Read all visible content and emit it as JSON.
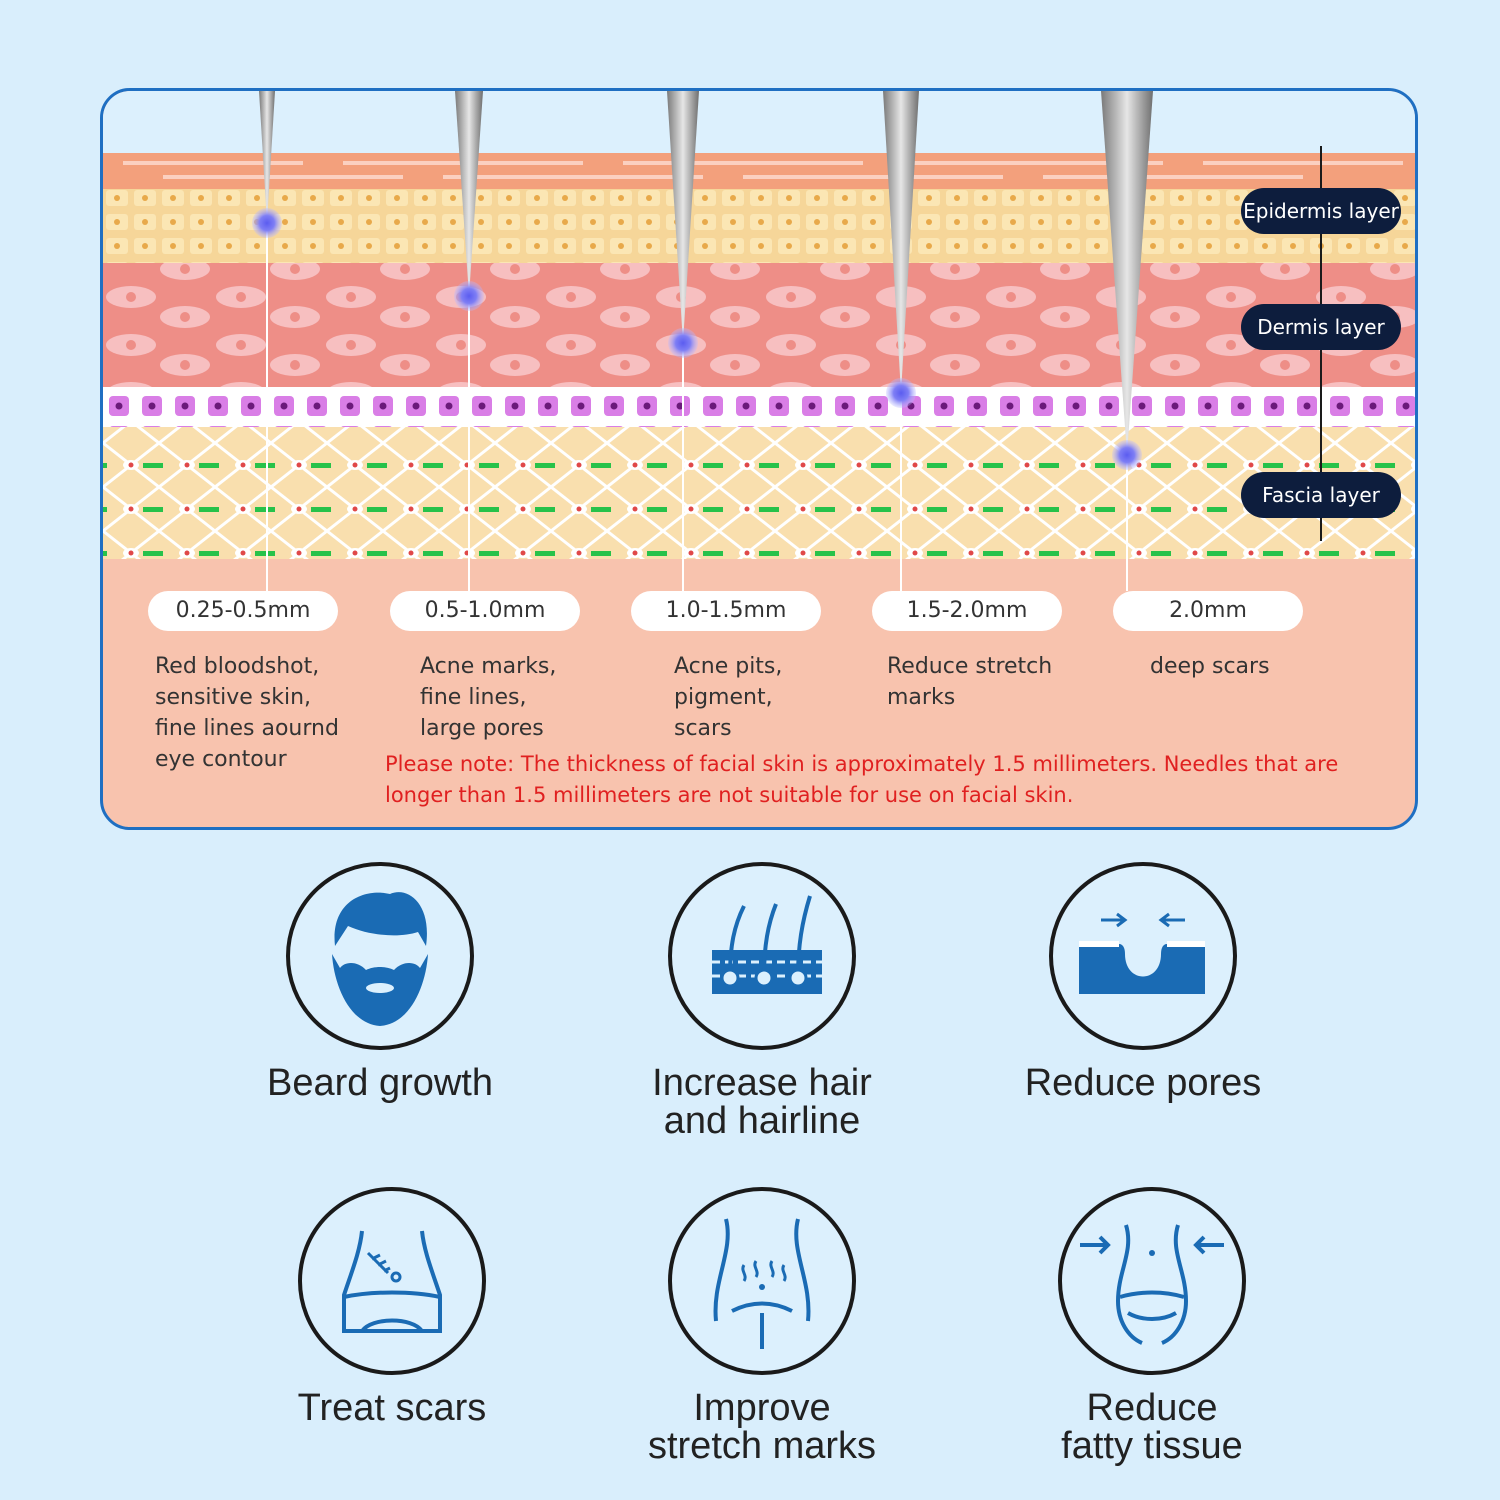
{
  "layers": [
    {
      "label": "Epidermis layer"
    },
    {
      "label": "Dermis layer"
    },
    {
      "label": "Fascia layer"
    }
  ],
  "needles": [
    {
      "depth": "0.25-0.5mm",
      "description": "Red bloodshot,\nsensitive skin,\nfine lines aournd\neye contour"
    },
    {
      "depth": "0.5-1.0mm",
      "description": "Acne marks,\nfine lines,\nlarge pores"
    },
    {
      "depth": "1.0-1.5mm",
      "description": "Acne pits,\npigment,\nscars"
    },
    {
      "depth": "1.5-2.0mm",
      "description": "Reduce stretch\nmarks"
    },
    {
      "depth": "2.0mm",
      "description": "deep scars"
    }
  ],
  "note": "Please note: The thickness of facial skin is approximately 1.5 millimeters. Needles that are longer than 1.5 millimeters are not suitable for use on facial skin.",
  "benefits": [
    {
      "label": "Beard growth",
      "icon": "beard-icon"
    },
    {
      "label": "Increase hair\nand hairline",
      "icon": "hair-follicle-icon"
    },
    {
      "label": "Reduce pores",
      "icon": "pore-icon"
    },
    {
      "label": "Treat scars",
      "icon": "abdomen-scar-icon"
    },
    {
      "label": "Improve\nstretch marks",
      "icon": "stretch-marks-icon"
    },
    {
      "label": "Reduce\nfatty tissue",
      "icon": "waist-slim-icon"
    }
  ],
  "colors": {
    "accent": "#1f6fc2",
    "icon_blue": "#1a6bb4",
    "note_red": "#e02020",
    "pill_dark": "#0d1d3d"
  }
}
